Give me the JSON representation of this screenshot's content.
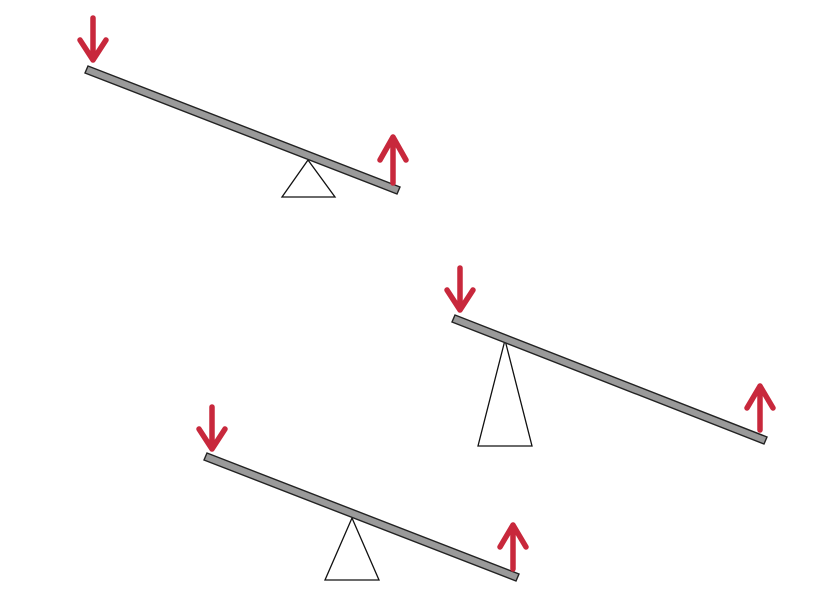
{
  "figure": {
    "background": "#ffffff",
    "beam_fill": "#9a9a9a",
    "arrow_color": "#c8283c",
    "levers": [
      {
        "id": "lever-1",
        "fulcrum": "near-center",
        "left_force": "down",
        "right_force": "up"
      },
      {
        "id": "lever-2",
        "fulcrum": "near-left",
        "left_force": "down",
        "right_force": "up"
      },
      {
        "id": "lever-3",
        "fulcrum": "near-center",
        "left_force": "down",
        "right_force": "up"
      }
    ]
  }
}
